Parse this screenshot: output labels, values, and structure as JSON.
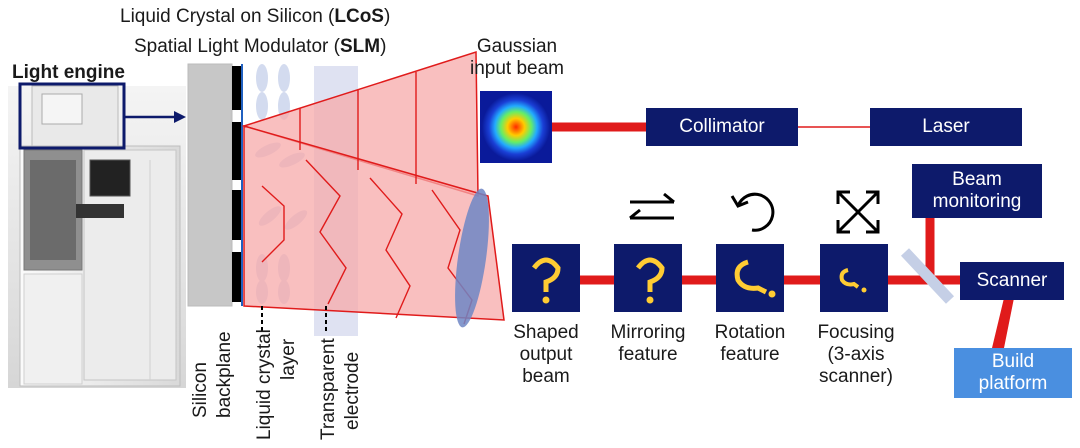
{
  "header": {
    "line1_prefix": "Liquid Crystal on Silicon (",
    "line1_bold": "LCoS",
    "line1_suffix": ")",
    "line2_prefix": "Spatial Light Modulator (",
    "line2_bold": "SLM",
    "line2_suffix": ")"
  },
  "light_engine": {
    "label": "Light engine"
  },
  "input_beam": {
    "line1": "Gaussian",
    "line2": "input beam"
  },
  "boxes": {
    "collimator": "Collimator",
    "laser": "Laser",
    "beam_monitoring_1": "Beam",
    "beam_monitoring_2": "monitoring",
    "scanner": "Scanner",
    "build_platform_1": "Build",
    "build_platform_2": "platform"
  },
  "stages": [
    {
      "line1": "Shaped",
      "line2": "output",
      "line3": "beam"
    },
    {
      "line1": "Mirroring",
      "line2": "feature",
      "line3": ""
    },
    {
      "line1": "Rotation",
      "line2": "feature",
      "line3": ""
    },
    {
      "line1": "Focusing",
      "line2": "(3-axis",
      "line3": "scanner)"
    }
  ],
  "layers": {
    "silicon_1": "Silicon",
    "silicon_2": "backplane",
    "lc_1": "Liquid crystal",
    "lc_2": "layer",
    "te_1": "Transparent",
    "te_2": "electrode"
  },
  "colors": {
    "box_navy": "#0d1a6b",
    "build_platform_blue": "#4a8fe0",
    "beam_red": "#e01b1b",
    "beam_fill": "#f7aaaa",
    "backplane_gray": "#c7c7c7"
  },
  "icons": {
    "mirror": "left-right-arrows-icon",
    "rotation": "rotate-arrow-icon",
    "focus": "expand-arrows-icon"
  }
}
